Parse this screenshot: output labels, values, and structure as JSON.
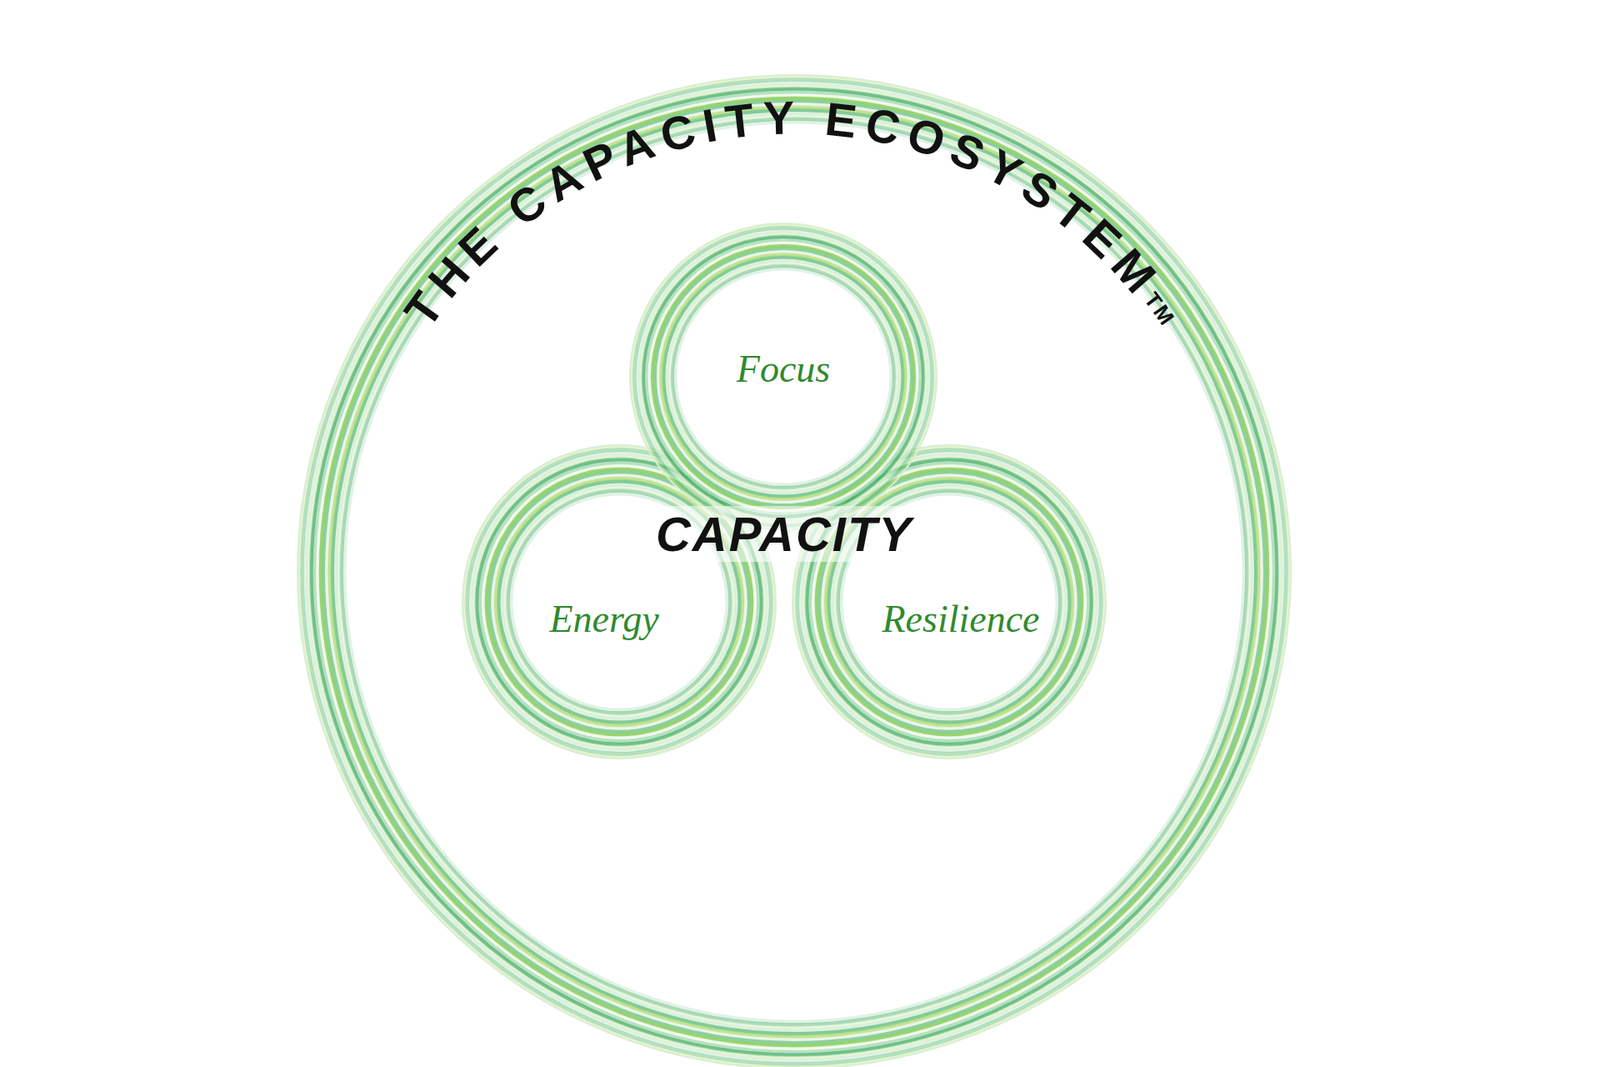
{
  "diagram": {
    "title": "THE CAPACITY ECOSYSTEM",
    "nodes": [
      {
        "text": [
          "Focus"
        ]
      },
      {
        "text": [
          "Energy"
        ]
      },
      {
        "text": [
          "Resilience"
        ]
      }
    ],
    "labels": [
      "CAPACITY",
      "TM"
    ]
  }
}
